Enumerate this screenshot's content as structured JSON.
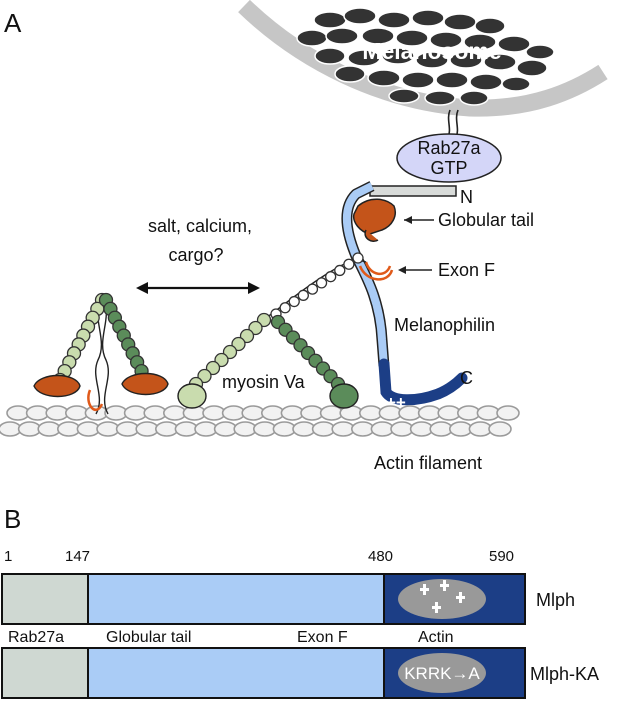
{
  "panel_a": {
    "letter": "A",
    "melanosome": "Melanosome",
    "rab27a_line1": "Rab27a",
    "rab27a_line2": "GTP",
    "n_terminus": "N",
    "c_terminus": "C",
    "globular_tail": "Globular tail",
    "exon_f": "Exon F",
    "melanophilin": "Melanophilin",
    "condition_line1": "salt, calcium,",
    "condition_line2": "cargo?",
    "myosin": "myosin Va",
    "actin_filament": "Actin filament",
    "plus_signs": "++"
  },
  "panel_b": {
    "letter": "B",
    "residue_marks": [
      "1",
      "147",
      "480",
      "590"
    ],
    "row1_name": "Mlph",
    "row2_name": "Mlph-KA",
    "domain_labels": [
      "Rab27a",
      "Globular tail",
      "Exon F",
      "Actin"
    ],
    "mutation": "KRRK→A",
    "colors": {
      "rab27a_domain": "#cfd8d2",
      "middle_domain": "#aaccf6",
      "actin_domain": "#1c3e86",
      "oval": "#999999"
    }
  }
}
